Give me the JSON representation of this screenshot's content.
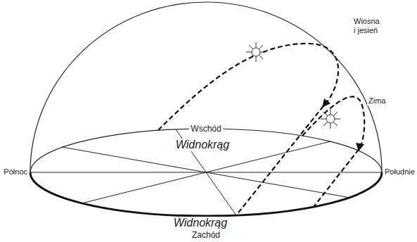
{
  "diagram": {
    "labels": [
      "Wiosna i jesień",
      "Zima",
      "Wschód",
      "Widnokrąg",
      "Północ",
      "Południe",
      "Widnokrąg",
      "Zachód"
    ]
  }
}
